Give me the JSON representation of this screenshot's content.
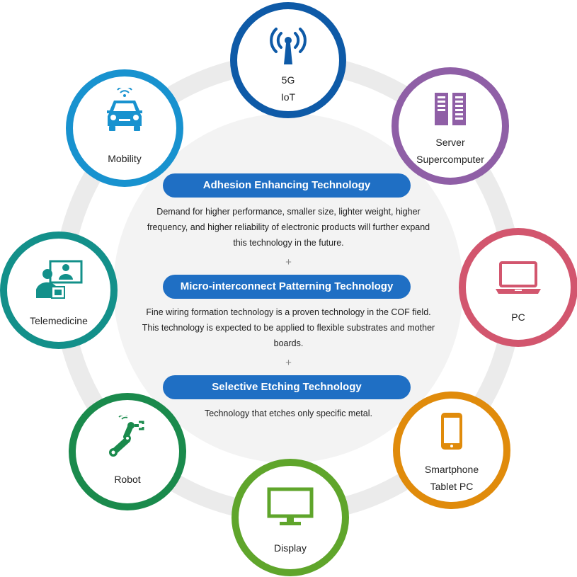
{
  "colors": {
    "ring": "#ebebeb",
    "center": "#f3f3f3",
    "pill": "#1f6fc4"
  },
  "nodes": {
    "iot": {
      "lines": [
        "5G",
        "IoT"
      ],
      "color": "#0e5aa7",
      "icon": "antenna-icon"
    },
    "server": {
      "lines": [
        "Server",
        "Supercomputer"
      ],
      "color": "#8f5fa6",
      "icon": "server-rack-icon"
    },
    "pc": {
      "lines": [
        "PC"
      ],
      "color": "#d2566e",
      "icon": "laptop-icon"
    },
    "smartphone": {
      "lines": [
        "Smartphone",
        "Tablet PC"
      ],
      "color": "#e08b0b",
      "icon": "smartphone-icon"
    },
    "display": {
      "lines": [
        "Display"
      ],
      "color": "#5fa52b",
      "icon": "monitor-icon"
    },
    "robot": {
      "lines": [
        "Robot"
      ],
      "color": "#1a8a4c",
      "icon": "robot-arm-icon"
    },
    "telemedicine": {
      "lines": [
        "Telemedicine"
      ],
      "color": "#13908a",
      "icon": "telemedicine-icon"
    },
    "mobility": {
      "lines": [
        "Mobility"
      ],
      "color": "#1892cf",
      "icon": "car-icon"
    }
  },
  "technologies": [
    {
      "title": "Adhesion Enhancing Technology",
      "description": "Demand for higher performance, smaller size, lighter weight, higher frequency, and higher reliability of electronic products will further expand this technology in the future."
    },
    {
      "title": "Micro-interconnect Patterning Technology",
      "description": "Fine wiring formation technology is a proven technology in the COF field. This technology is expected to be applied to flexible substrates and mother boards."
    },
    {
      "title": "Selective Etching Technology",
      "description": "Technology that etches only specific metal."
    }
  ],
  "separators": [
    "+",
    "+"
  ]
}
